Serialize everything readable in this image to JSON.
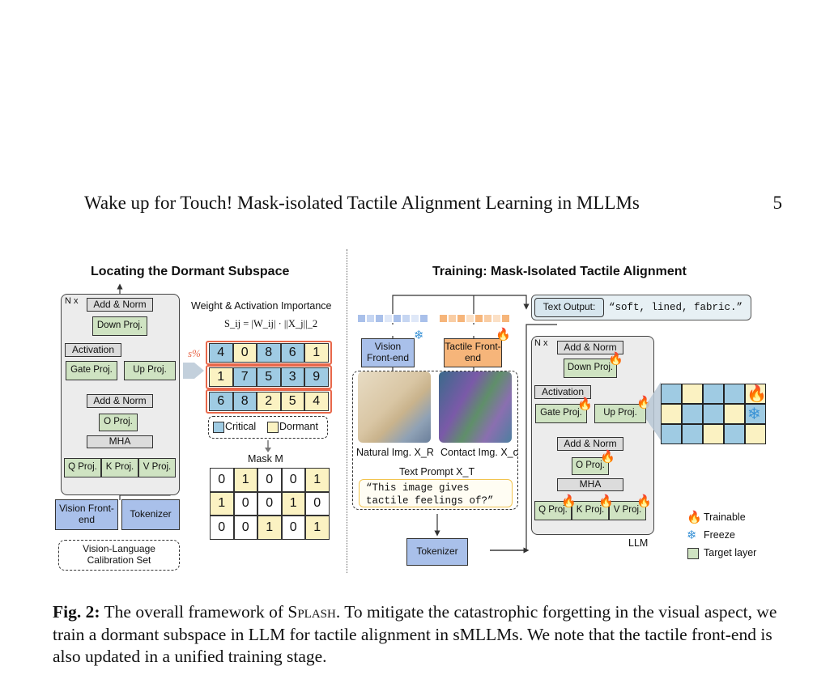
{
  "header": {
    "running_title": "Wake up for Touch! Mask-isolated Tactile Alignment Learning in MLLMs",
    "page_number": "5"
  },
  "left": {
    "title": "Locating the Dormant Subspace",
    "nx": "N x",
    "add_norm": "Add & Norm",
    "down_proj": "Down Proj.",
    "activation": "Activation",
    "gate_proj": "Gate Proj.",
    "up_proj": "Up Proj.",
    "o_proj": "O Proj.",
    "mha": "MHA",
    "q_proj": "Q Proj.",
    "k_proj": "K Proj.",
    "v_proj": "V Proj.",
    "vision_frontend": "Vision Front-end",
    "tokenizer": "Tokenizer",
    "calibration": "Vision-Language Calibration Set",
    "importance_title": "Weight & Activation Importance",
    "formula": "S_ij = |W_ij| · ||X_j||_2",
    "s_percent": "s%",
    "scores": [
      [
        "4",
        "0",
        "8",
        "6",
        "1"
      ],
      [
        "1",
        "7",
        "5",
        "3",
        "9"
      ],
      [
        "6",
        "8",
        "2",
        "5",
        "4"
      ]
    ],
    "score_types": [
      [
        "c",
        "d",
        "c",
        "c",
        "d"
      ],
      [
        "d",
        "c",
        "c",
        "c",
        "c"
      ],
      [
        "c",
        "c",
        "d",
        "d",
        "d"
      ]
    ],
    "legend_critical": "Critical",
    "legend_dormant": "Dormant",
    "mask_title": "Mask M",
    "mask": [
      [
        "0",
        "1",
        "0",
        "0",
        "1"
      ],
      [
        "1",
        "0",
        "0",
        "1",
        "0"
      ],
      [
        "0",
        "0",
        "1",
        "0",
        "1"
      ]
    ]
  },
  "right": {
    "title": "Training: Mask-Isolated Tactile Alignment",
    "vision_frontend": "Vision Front-end",
    "tactile_frontend": "Tactile Front-end",
    "natural_img": "Natural Img. X_R",
    "contact_img": "Contact Img. X_c",
    "text_prompt_label": "Text Prompt X_T",
    "text_prompt": "“This image gives tactile feelings of?”",
    "tokenizer": "Tokenizer",
    "text_output_label": "Text Output:",
    "text_output": "“soft, lined, fabric.”",
    "nx": "N x",
    "add_norm": "Add & Norm",
    "down_proj": "Down Proj.",
    "activation": "Activation",
    "gate_proj": "Gate Proj.",
    "up_proj": "Up Proj.",
    "o_proj": "O Proj.",
    "mha": "MHA",
    "q_proj": "Q Proj.",
    "k_proj": "K Proj.",
    "v_proj": "V Proj.",
    "llm": "LLM",
    "legend_trainable": "Trainable",
    "legend_freeze": "Freeze",
    "legend_target": "Target layer"
  },
  "caption": {
    "label": "Fig. 2:",
    "text_a": " The overall framework of ",
    "method": "Splash",
    "text_b": ". To mitigate the catastrophic forgetting in the visual aspect, we train a dormant subspace in LLM for tactile alignment in sMLLMs. We note that the tactile front-end is also updated in a unified training stage."
  }
}
